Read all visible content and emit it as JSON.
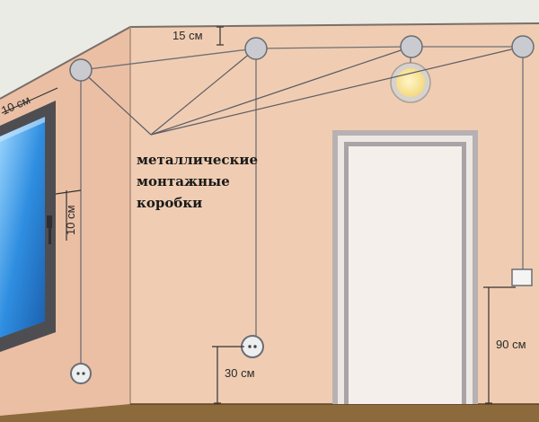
{
  "dimensions": {
    "ceiling_offset": "15 см",
    "corner_offset_top": "10 см",
    "window_offset": "10 см",
    "socket_height": "30 см",
    "switch_height": "90 см"
  },
  "annotation": {
    "line1": "металлические",
    "line2": "монтажные",
    "line3": "коробки"
  },
  "colors": {
    "ceiling": "#e9ebe4",
    "wall_left": "#ebbfa4",
    "wall_main": "#f0cdb2",
    "floor": "#8d6a3b",
    "wire": "#6f6f77",
    "box": "#c9cbd0",
    "door": "#f2ede8",
    "window_glass": "#2e8ad6"
  }
}
